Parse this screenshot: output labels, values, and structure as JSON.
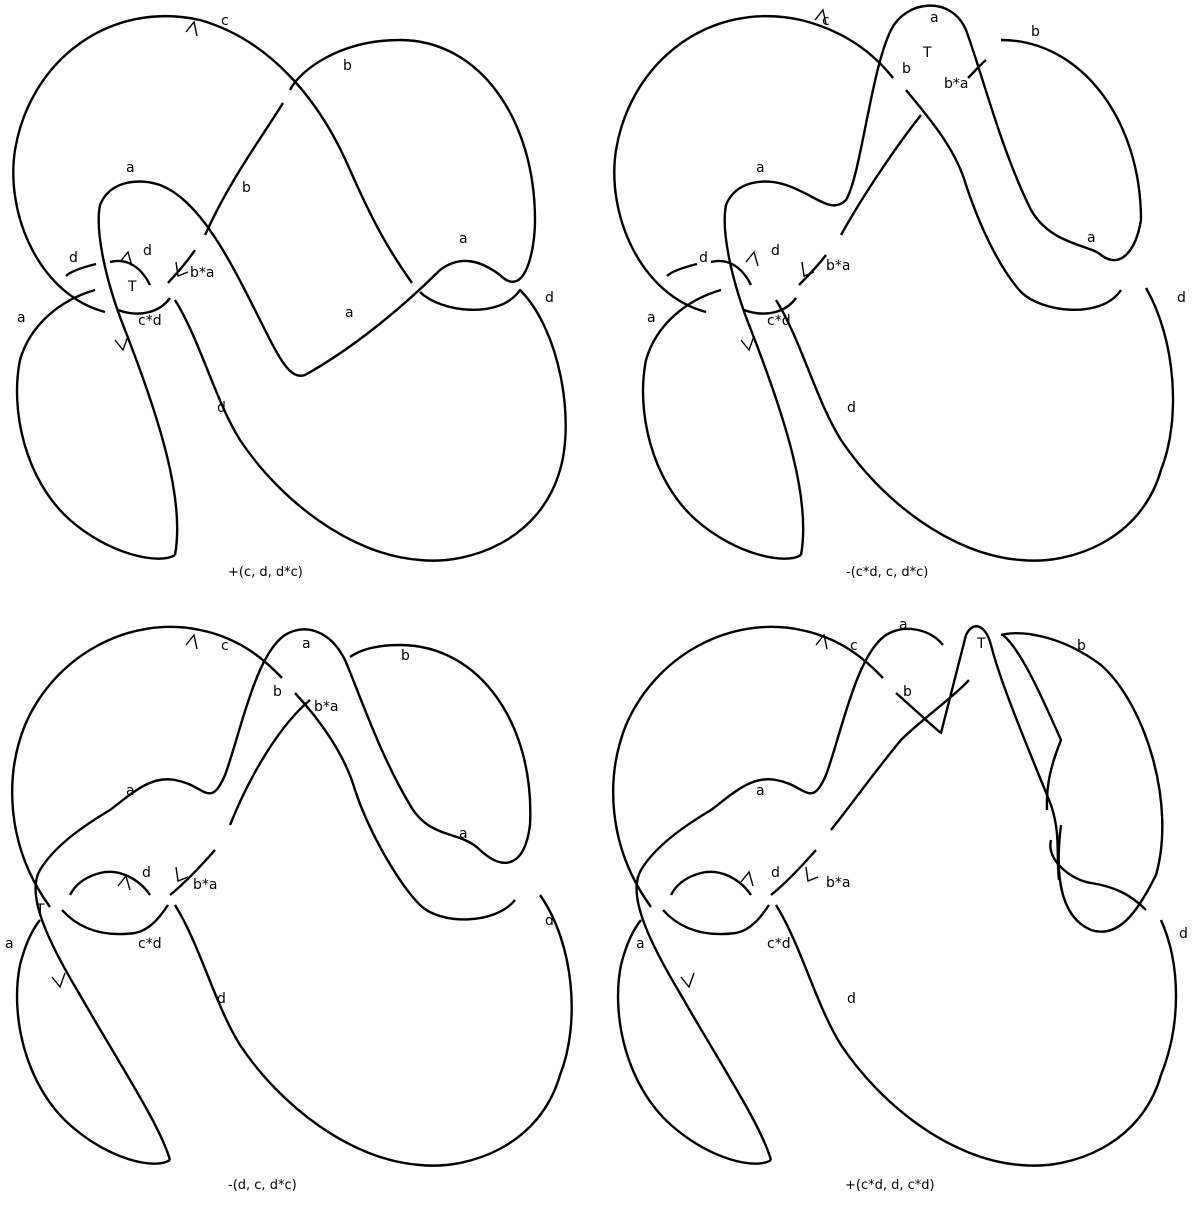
{
  "panels": [
    {
      "caption": "+(c, d, d*c)",
      "labels": {
        "c_top": "c",
        "b_top": "b",
        "a_inner": "a",
        "b_mid": "b",
        "d_left": "d",
        "d_inner": "d",
        "ba": "b*a",
        "T": "T",
        "cd": "c*d",
        "a_left": "a",
        "a_right": "a",
        "d_right": "d",
        "a_mid": "a",
        "d_bottom": "d"
      }
    },
    {
      "caption": "-(c*d, c, d*c)",
      "labels": {
        "c_top": "c",
        "a_top": "a",
        "b_top": "b",
        "b_inner": "b",
        "T": "T",
        "ba_top": "b*a",
        "a_inner": "a",
        "a_right": "a",
        "d_left": "d",
        "d_inner": "d",
        "ba": "b*a",
        "cd": "c*d",
        "a_left": "a",
        "d_right": "d",
        "d_bottom": "d"
      }
    },
    {
      "caption": "-(d, c, d*c)",
      "labels": {
        "c_top": "c",
        "a_top": "a",
        "b_top": "b",
        "b_inner": "b",
        "ba_top": "b*a",
        "a_inner": "a",
        "a_right": "a",
        "d_inner": "d",
        "ba": "b*a",
        "T": "T",
        "cd": "c*d",
        "d_right": "d",
        "a_left": "a",
        "d_bottom": "d"
      }
    },
    {
      "caption": "+(c*d, d, c*d)",
      "labels": {
        "c_top": "c",
        "a_top": "a",
        "T": "T",
        "b_top": "b",
        "b_inner": "b",
        "a_inner": "a",
        "d_inner": "d",
        "ba": "b*a",
        "cd": "c*d",
        "a_left": "a",
        "d_right": "d",
        "d_bottom": "d"
      }
    }
  ]
}
